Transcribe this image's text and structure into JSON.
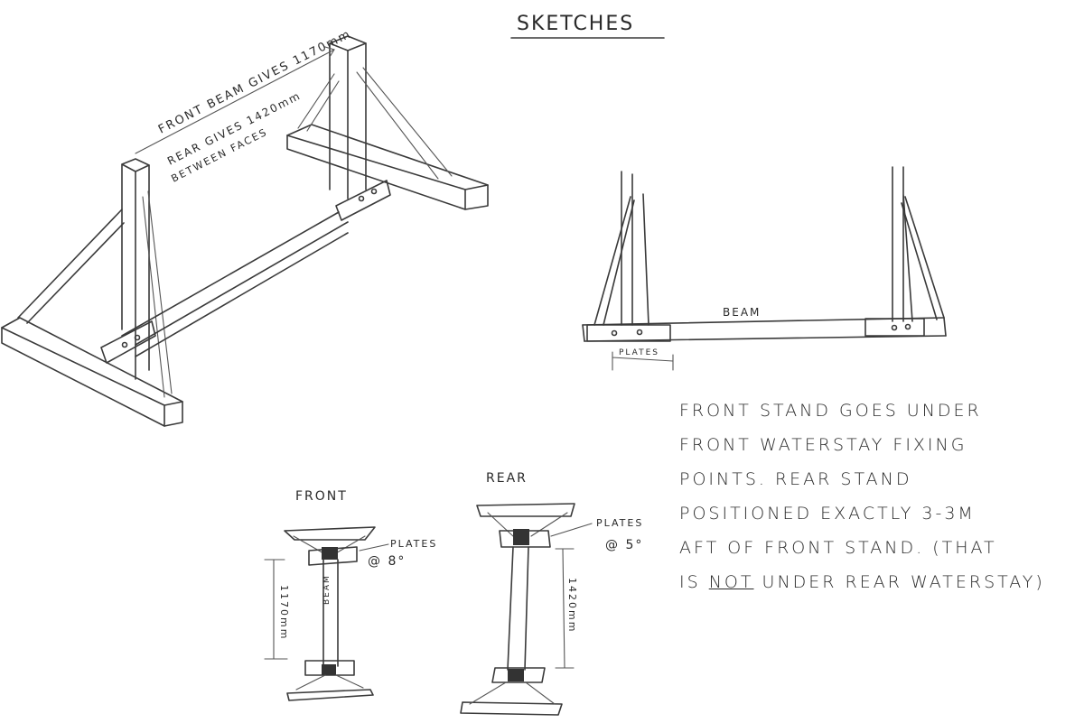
{
  "title": "SKETCHES",
  "perspective": {
    "front_beam_note": "FRONT BEAM GIVES 1170mm",
    "rear_note_line1": "REAR GIVES 1420mm",
    "rear_note_line2": "BETWEEN FACES"
  },
  "side_view": {
    "beam_label": "BEAM",
    "plates_label": "PLATES"
  },
  "front_view": {
    "heading": "FRONT",
    "plates_label": "PLATES",
    "angle_label": "@ 8°",
    "dimension": "1170mm",
    "beam_label": "BEAM"
  },
  "rear_view": {
    "heading": "REAR",
    "plates_label": "PLATES",
    "angle_label": "@ 5°",
    "dimension": "1420mm"
  },
  "note": {
    "line1": "FRONT  STAND  GOES  UNDER",
    "line2": "FRONT  WATERSTAY  FIXING",
    "line3": "POINTS.  REAR  STAND",
    "line4": "POSITIONED  EXACTLY 3-3M",
    "line5": "AFT  OF  FRONT  STAND. (THAT",
    "line6_pre": "IS ",
    "line6_emph": "NOT",
    "line6_post": "  UNDER  REAR  WATERSTAY)"
  }
}
